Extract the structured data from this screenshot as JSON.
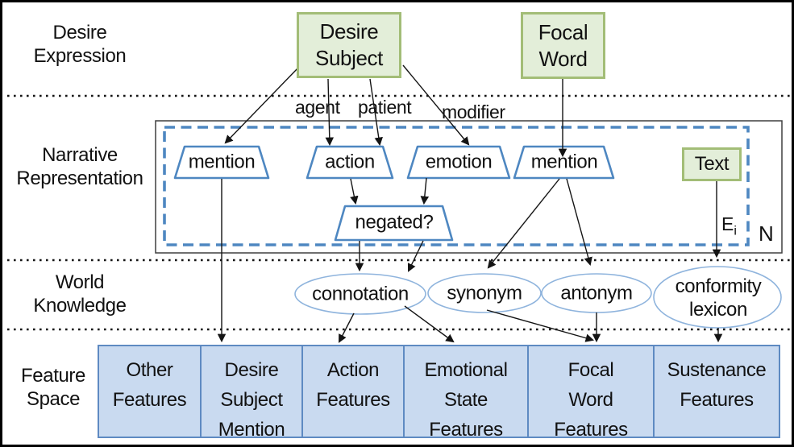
{
  "colors": {
    "green_fill": "#e3eed9",
    "green_border": "#a3bd77",
    "blue_stroke": "#4e87c1",
    "ellipse_stroke": "#8fb4dd",
    "feature_fill": "#c9daf0",
    "feature_border": "#5e8ac2"
  },
  "section_labels": {
    "desire_expression": "Desire\nExpression",
    "narrative_representation": "Narrative\nRepresentation",
    "world_knowledge": "World\nKnowledge",
    "feature_space": "Feature\nSpace"
  },
  "top_nodes": {
    "desire_subject": "Desire\nSubject",
    "focal_word": "Focal\nWord"
  },
  "edge_labels": {
    "agent": "agent",
    "patient": "patient",
    "modifier": "modifier"
  },
  "narrative_nodes": {
    "mention_left": "mention",
    "action": "action",
    "emotion": "emotion",
    "mention_right": "mention",
    "negated": "negated?",
    "text_box": "Text"
  },
  "annotations": {
    "instance": "E",
    "instance_sub": "i",
    "plate_count": "N"
  },
  "world_knowledge_nodes": {
    "connotation": "connotation",
    "synonym": "synonym",
    "antonym": "antonym",
    "conformity": "conformity\nlexicon"
  },
  "feature_boxes": [
    {
      "label": "Other\nFeatures"
    },
    {
      "label": "Desire\nSubject\nMention"
    },
    {
      "label": "Action\nFeatures"
    },
    {
      "label": "Emotional\nState\nFeatures"
    },
    {
      "label": "Focal\nWord\nFeatures"
    },
    {
      "label": "Sustenance\nFeatures"
    }
  ]
}
